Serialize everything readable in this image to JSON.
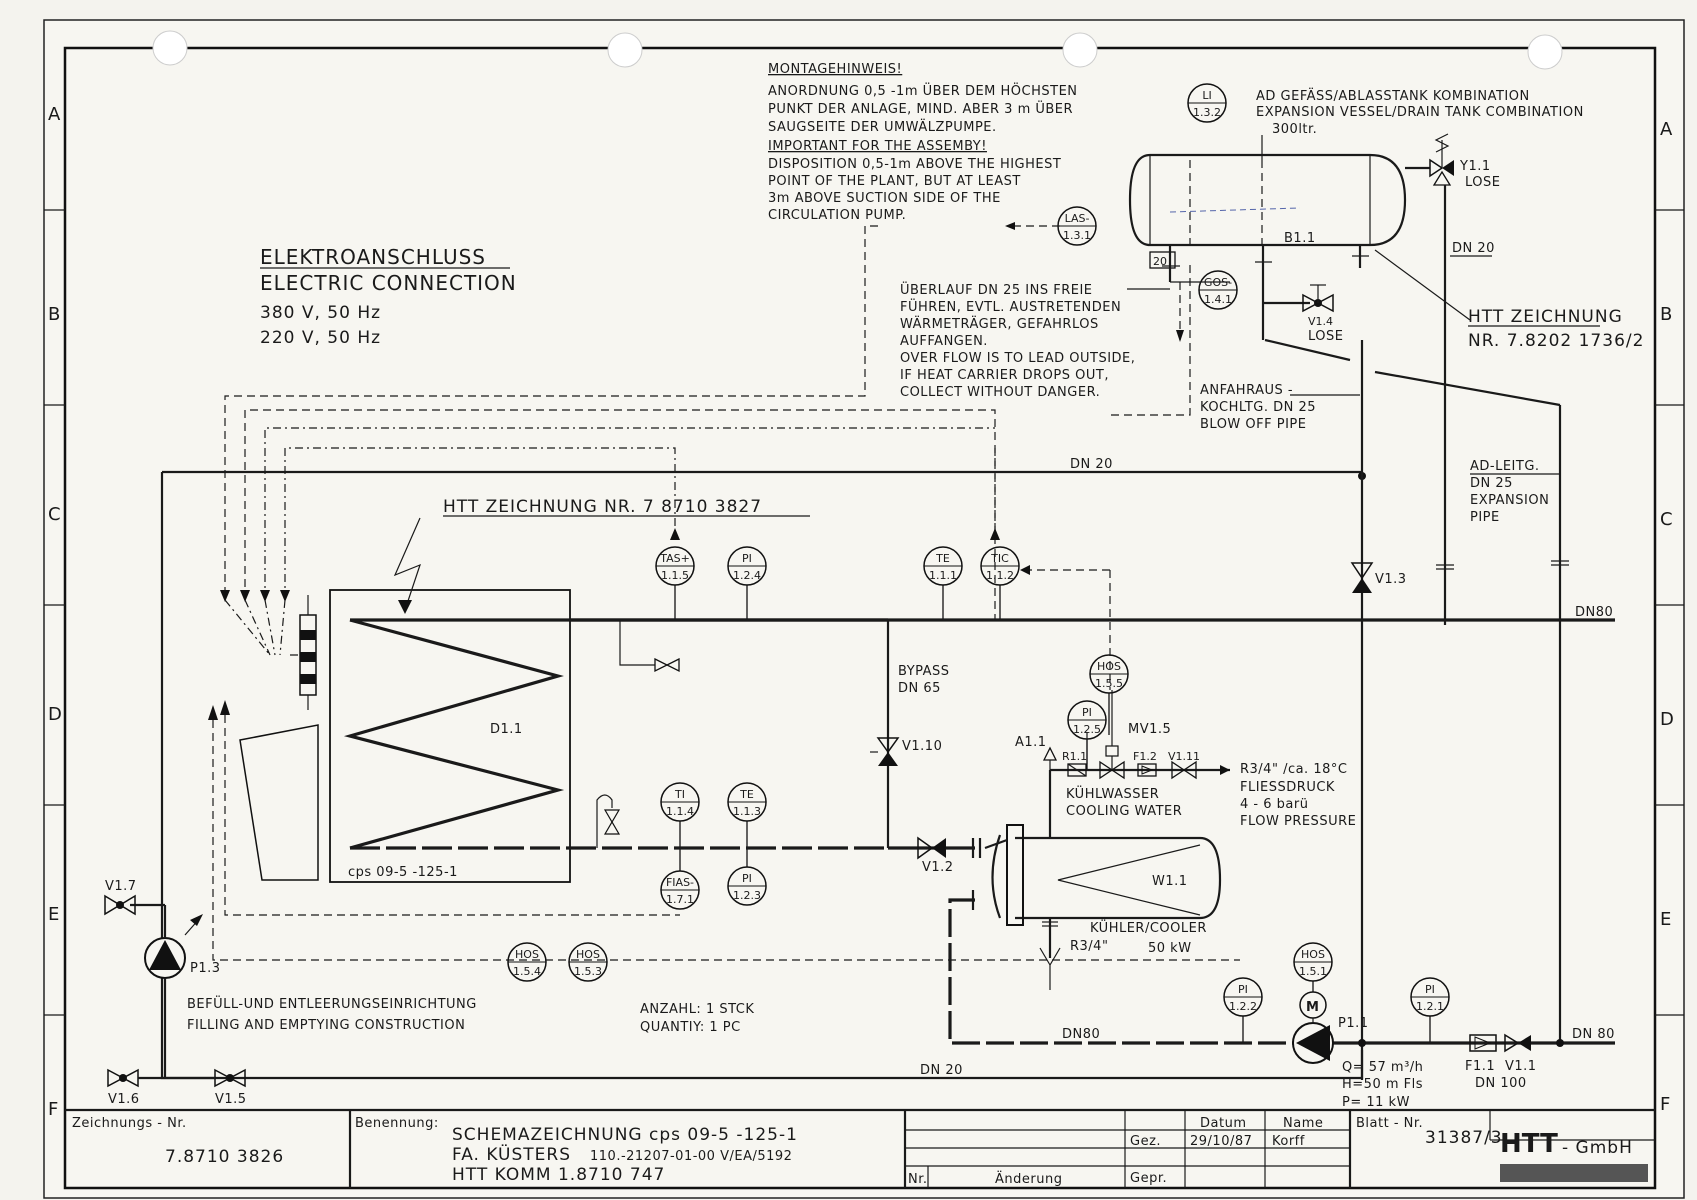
{
  "grid": {
    "rows": [
      "A",
      "B",
      "C",
      "D",
      "E",
      "F"
    ],
    "cols": []
  },
  "montage": {
    "title": "MONTAGEHINWEIS!",
    "lines_de": [
      "ANORDNUNG 0,5 -1m ÜBER DEM HÖCHSTEN",
      "PUNKT DER ANLAGE, MIND. ABER 3 m ÜBER",
      "SAUGSEITE DER UMWÄLZPUMPE."
    ],
    "title_en": "IMPORTANT FOR THE ASSEMBY!",
    "lines_en": [
      "DISPOSITION 0,5-1m ABOVE THE HIGHEST",
      "POINT OF THE PLANT, BUT AT LEAST",
      "3m ABOVE SUCTION SIDE OF THE",
      "CIRCULATION PUMP."
    ]
  },
  "vessel": {
    "line1": "AD GEFÄSS/ABLASSTANK KOMBINATION",
    "line2": "EXPANSION VESSEL/DRAIN TANK COMBINATION",
    "volume": "300ltr.",
    "tag": "B1.1",
    "level_mark": "20"
  },
  "electric": {
    "title_de": "ELEKTROANSCHLUSS",
    "title_en": "ELECTRIC CONNECTION",
    "v1": "380 V, 50 Hz",
    "v2": "220 V, 50 Hz"
  },
  "overflow": {
    "lines": [
      "ÜBERLAUF DN 25 INS FREIE",
      "FÜHREN, EVTL. AUSTRETENDEN",
      "WÄRMETRÄGER, GEFAHRLOS",
      "AUFFANGEN.",
      "OVER FLOW IS TO LEAD OUTSIDE,",
      "IF HEAT CARRIER DROPS OUT,",
      "COLLECT WITHOUT DANGER."
    ]
  },
  "blowoff": {
    "lines": [
      "ANFAHRAUS -",
      "KOCHLTG. DN 25",
      "BLOW OFF PIPE"
    ]
  },
  "htt_ref": {
    "title": "HTT ZEICHNUNG",
    "number": "NR. 7.8202 1736/2"
  },
  "htt_ref2": {
    "text": "HTT ZEICHNUNG NR. 7 8710 3827"
  },
  "ad_pipe": {
    "lines": [
      "AD-LEITG.",
      "DN 25",
      "EXPANSION",
      "PIPE"
    ]
  },
  "pipes": {
    "dn20_top": "DN 20",
    "dn20_right": "DN 20",
    "dn80_right": "DN80",
    "dn80_bottom": "DN80",
    "dn80_outlet": "DN 80",
    "dn20_bottom": "DN 20",
    "dn100": "DN 100"
  },
  "bypass": {
    "line1": "BYPASS",
    "line2": "DN 65",
    "valve": "V1.10"
  },
  "heater": {
    "tag": "D1.1",
    "model": "cps 09-5 -125-1"
  },
  "cooler": {
    "tag": "W1.1",
    "label": "KÜHLER/COOLER",
    "power": "50 kW",
    "drain": "R3/4\""
  },
  "cooling_water": {
    "spec": "R3/4\" /ca. 18°C",
    "l1": "FLIESSDRUCK",
    "l2": "4 - 6 barü",
    "l3": "FLOW PRESSURE",
    "de": "KÜHLWASSER",
    "en": "COOLING WATER",
    "a11": "A1.1",
    "r11": "R1.1",
    "mv": "MV1.5",
    "f12": "F1.2",
    "v111": "V1.11"
  },
  "instruments": [
    {
      "id": "li132",
      "l1": "LI",
      "l2": "1.3.2"
    },
    {
      "id": "las131",
      "l1": "LAS-",
      "l2": "1.3.1"
    },
    {
      "id": "gos141",
      "l1": "GOS-",
      "l2": "1.4.1"
    },
    {
      "id": "tas115",
      "l1": "TAS+",
      "l2": "1.1.5"
    },
    {
      "id": "pi124",
      "l1": "PI",
      "l2": "1.2.4"
    },
    {
      "id": "te111",
      "l1": "TE",
      "l2": "1.1.1"
    },
    {
      "id": "tic112",
      "l1": "TIC",
      "l2": "1.1.2"
    },
    {
      "id": "hos155",
      "l1": "HOS",
      "l2": "1.5.5"
    },
    {
      "id": "pi125",
      "l1": "PI",
      "l2": "1.2.5"
    },
    {
      "id": "ti114",
      "l1": "TI",
      "l2": "1.1.4"
    },
    {
      "id": "te113",
      "l1": "TE",
      "l2": "1.1.3"
    },
    {
      "id": "fias171",
      "l1": "FIAS-",
      "l2": "1.7.1"
    },
    {
      "id": "pi123",
      "l1": "PI",
      "l2": "1.2.3"
    },
    {
      "id": "hos154",
      "l1": "HOS",
      "l2": "1.5.4"
    },
    {
      "id": "hos153",
      "l1": "HOS",
      "l2": "1.5.3"
    },
    {
      "id": "hos151",
      "l1": "HOS",
      "l2": "1.5.1"
    },
    {
      "id": "pi122",
      "l1": "PI",
      "l2": "1.2.2"
    },
    {
      "id": "pi121",
      "l1": "PI",
      "l2": "1.2.1"
    }
  ],
  "valves": {
    "y11": "Y1.1",
    "y11_sub": "LOSE",
    "v14": "V1.4",
    "v14_sub": "LOSE",
    "v13": "V1.3",
    "v12": "V1.2",
    "v17": "V1.7",
    "v16": "V1.6",
    "v15": "V1.5",
    "v11": "V1.1",
    "f11": "F1.1"
  },
  "pump": {
    "p13": "P1.3",
    "p11": "P1.1",
    "motor": "M",
    "q": "Q= 57 m³/h",
    "h": "H=50 m Fls",
    "p": "P= 11 kW"
  },
  "filling": {
    "de": "BEFÜLL-UND ENTLEERUNGSEINRICHTUNG",
    "en": "FILLING AND EMPTYING CONSTRUCTION"
  },
  "quantity": {
    "de": "ANZAHL: 1 STCK",
    "en": "QUANTIY: 1 PC"
  },
  "titleblock": {
    "drawing_no_label": "Zeichnungs - Nr.",
    "drawing_no": "7.8710 3826",
    "name_label": "Benennung:",
    "name1": "SCHEMAZEICHNUNG cps 09-5 -125-1",
    "name2": "FA. KÜSTERS",
    "name2b": "110.-21207-01-00 V/EA/5192",
    "name3": "HTT KOMM 1.8710 747",
    "nr": "Nr.",
    "change": "Änderung",
    "datum": "Datum",
    "name_col": "Name",
    "gez": "Gez.",
    "gepr": "Gepr.",
    "date": "29/10/87",
    "drawer": "Korff",
    "sheet_label": "Blatt - Nr.",
    "sheet_no": "31387/3",
    "company": "HTT",
    "company_suffix": "- GmbH"
  }
}
